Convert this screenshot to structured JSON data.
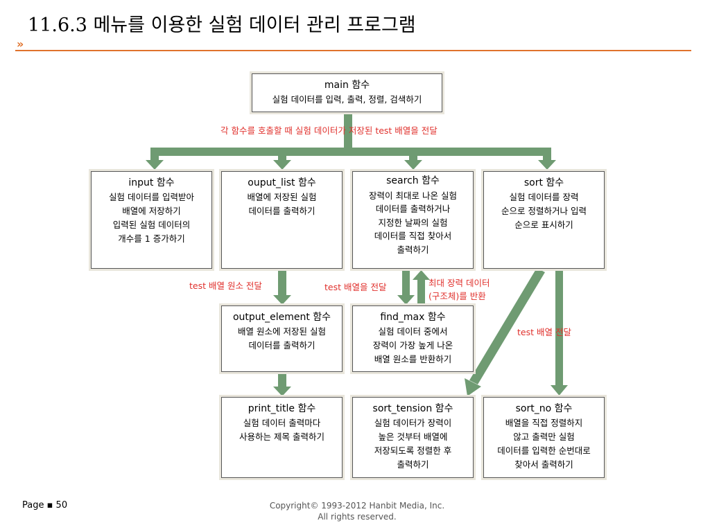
{
  "slide": {
    "title": "11.6.3 메뉴를 이용한 실험 데이터 관리 프로그램",
    "chevron": "»"
  },
  "boxes": {
    "main": {
      "title": "main 함수",
      "lines": [
        "실험 데이터를 입력, 출력, 정렬, 검색하기"
      ]
    },
    "input": {
      "title": "input 함수",
      "lines": [
        "실험 데이터를 입력받아",
        "배열에 저장하기",
        "입력된 실험 데이터의",
        "개수를 1 증가하기"
      ]
    },
    "ouput_list": {
      "title": "ouput_list 함수",
      "lines": [
        "배열에 저장된 실험",
        "데이터를 출력하기"
      ]
    },
    "search": {
      "title": "search 함수",
      "lines": [
        "장력이 최대로 나온 실험",
        "데이터를 출력하거나",
        "지정한 날짜의 실험",
        "데이터를 직접 찾아서",
        "출력하기"
      ]
    },
    "sort": {
      "title": "sort 함수",
      "lines": [
        "실험 데이터를 장력",
        "순으로 정렬하거나 입력",
        "순으로 표시하기"
      ]
    },
    "output_element": {
      "title": "output_element 함수",
      "lines": [
        "배열 원소에 저장된 실험",
        "데이터를 출력하기"
      ]
    },
    "find_max": {
      "title": "find_max 함수",
      "lines": [
        "실험 데이터 중에서",
        "장력이 가장 높게 나온",
        "배열 원소를 반환하기"
      ]
    },
    "print_title": {
      "title": "print_title 함수",
      "lines": [
        "실험 데이터 출력마다",
        "사용하는 제목 출력하기"
      ]
    },
    "sort_tension": {
      "title": "sort_tension 함수",
      "lines": [
        "실험 데이터가 장력이",
        "높은 것부터 배열에",
        "저장되도록 정렬한 후",
        "출력하기"
      ]
    },
    "sort_no": {
      "title": "sort_no 함수",
      "lines": [
        "배열을 직접 정렬하지",
        "않고 출력만 실험",
        "데이터를 입력한 순번대로",
        "찾아서 출력하기"
      ]
    }
  },
  "labels": {
    "main_pass": "각 함수를 호출할 때 실험 데이터가 저장된 test 배열을 전달",
    "element_pass": "test 배열 원소 전달",
    "array_pass": "test 배열을 전달",
    "return_max_1": "최대 장력 데이터",
    "return_max_2": "(구조체)를 반환",
    "sort_pass": "test 배열 전달"
  },
  "footer": {
    "page": "Page ▪ 50",
    "copyright": "Copyright© 1993-2012 Hanbit Media, Inc.",
    "rights": "All rights reserved."
  },
  "colors": {
    "accent": "#e0722c",
    "arrow": "#6f9b72",
    "label": "#e0302c"
  }
}
